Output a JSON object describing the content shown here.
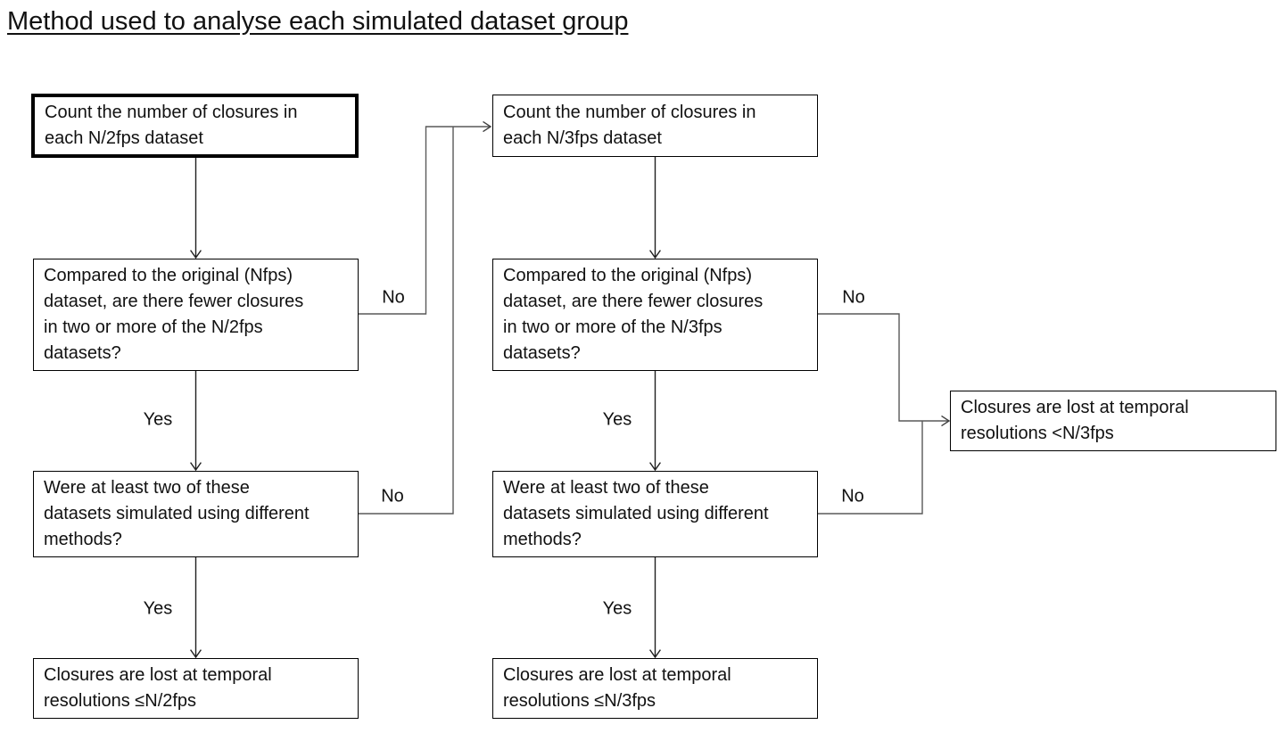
{
  "title": "Method used to analyse each simulated dataset group",
  "labels": {
    "yes": "Yes",
    "no": "No"
  },
  "colors": {
    "box_border": "#000000",
    "straight_arrow": "#1f1f1f",
    "elbow_connector": "#595959",
    "text": "#111111",
    "background": "#ffffff"
  },
  "flowchart": {
    "left_branch": {
      "start": "Count the number of closures in\neach N/2fps dataset",
      "question1": "Compared to the original (Nfps)\ndataset, are there fewer closures\nin two or more of the N/2fps\ndatasets?",
      "question2": "Were at least two of these\ndatasets simulated using different\nmethods?",
      "outcome": "Closures are lost at temporal\nresolutions ≤N/2fps"
    },
    "right_branch": {
      "start": "Count the number of closures in\neach N/3fps dataset",
      "question1": "Compared to the original (Nfps)\ndataset, are there fewer closures\nin two or more of the N/3fps\ndatasets?",
      "question2": "Were at least two of these\ndatasets simulated using different\nmethods?",
      "outcome": "Closures are lost at temporal\nresolutions ≤N/3fps"
    },
    "side_outcome": "Closures are lost at temporal\nresolutions <N/3fps",
    "edges": [
      {
        "from": "left.start",
        "to": "left.question1",
        "label": ""
      },
      {
        "from": "left.question1",
        "to": "left.question2",
        "label": "Yes"
      },
      {
        "from": "left.question2",
        "to": "left.outcome",
        "label": "Yes"
      },
      {
        "from": "left.question1",
        "to": "right.start",
        "label": "No"
      },
      {
        "from": "left.question2",
        "to": "right.start",
        "label": "No"
      },
      {
        "from": "right.start",
        "to": "right.question1",
        "label": ""
      },
      {
        "from": "right.question1",
        "to": "right.question2",
        "label": "Yes"
      },
      {
        "from": "right.question2",
        "to": "right.outcome",
        "label": "Yes"
      },
      {
        "from": "right.question1",
        "to": "side_outcome",
        "label": "No"
      },
      {
        "from": "right.question2",
        "to": "side_outcome",
        "label": "No"
      }
    ]
  }
}
